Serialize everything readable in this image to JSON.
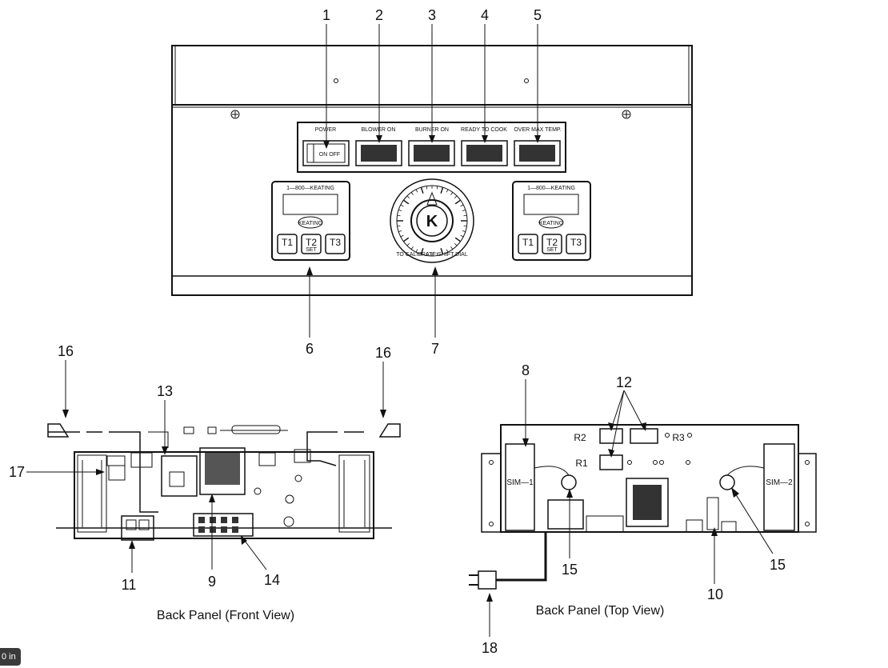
{
  "callouts": [
    "1",
    "2",
    "3",
    "4",
    "5",
    "6",
    "7",
    "8",
    "9",
    "10",
    "11",
    "12",
    "13",
    "14",
    "15",
    "16",
    "17",
    "18"
  ],
  "front": {
    "power": "POWER",
    "on_off": "ON  OFF",
    "blower": "BLOWER ON",
    "burner": "BURNER ON",
    "ready": "READY TO COOK",
    "overmax": "OVER MAX TEMP.",
    "hotline": "1—800—KEATING",
    "brand": "KEATING",
    "t1": "T1",
    "t2": "T2",
    "t3": "T3",
    "set": "SET",
    "dial_letter": "K",
    "dial_caption": "TO CALIBRATE SHIFT DIAL"
  },
  "back_top": {
    "r1": "R1",
    "r2": "R2",
    "r3": "R3",
    "sim1": "SIM—1",
    "sim2": "SIM—2"
  },
  "captions": {
    "back_front": "Back Panel (Front View)",
    "back_top": "Back Panel (Top View)"
  },
  "badge": "0 in"
}
